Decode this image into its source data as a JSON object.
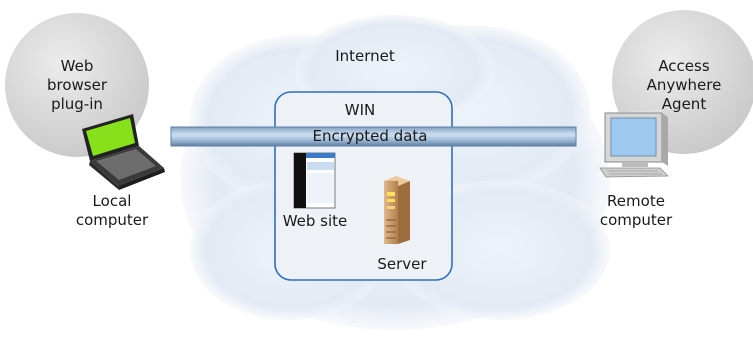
{
  "diagram": {
    "cloud_label": "Internet",
    "win_box_label": "WIN",
    "tunnel_label": "Encrypted data",
    "left_bubble_text": "Web\nbrowser\nplug-in",
    "right_bubble_text": "Access\nAnywhere\nAgent",
    "local_computer_label": "Local\ncomputer",
    "remote_computer_label": "Remote\ncomputer",
    "web_site_label": "Web site",
    "server_label": "Server"
  },
  "colors": {
    "cloud_fill": "#e8eef7",
    "win_box_fill": "#eef2f7",
    "win_box_border": "#2e6fbf",
    "tunnel_fill": "#aac3de",
    "tunnel_border": "#5b7fa6",
    "bubble_fill": "#d9d9d9",
    "laptop_screen": "#86e01a",
    "monitor_screen": "#9ec9ee",
    "server_body": "#c99a66"
  }
}
